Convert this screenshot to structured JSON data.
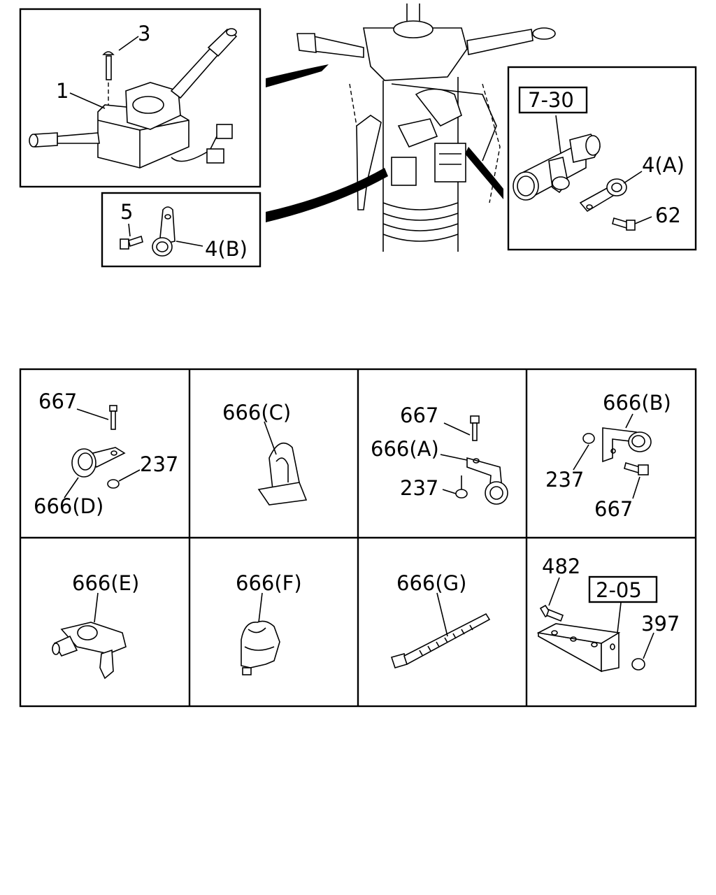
{
  "labels": {
    "switch": "1",
    "screw": "3",
    "bolt_b": "5",
    "clip_4b": "4(B)",
    "ref_7_30": "7-30",
    "clip_4a": "4(A)",
    "bolt_62": "62"
  },
  "cells": [
    {
      "id": "d",
      "labels": [
        "667",
        "237",
        "666(D)"
      ]
    },
    {
      "id": "c",
      "labels": [
        "666(C)"
      ]
    },
    {
      "id": "a",
      "labels": [
        "667",
        "666(A)",
        "237"
      ]
    },
    {
      "id": "b",
      "labels": [
        "666(B)",
        "237",
        "667"
      ]
    },
    {
      "id": "e",
      "labels": [
        "666(E)"
      ]
    },
    {
      "id": "f",
      "labels": [
        "666(F)"
      ]
    },
    {
      "id": "g",
      "labels": [
        "666(G)"
      ]
    },
    {
      "id": "bracket",
      "labels": [
        "482",
        "2-05",
        "397"
      ]
    }
  ]
}
